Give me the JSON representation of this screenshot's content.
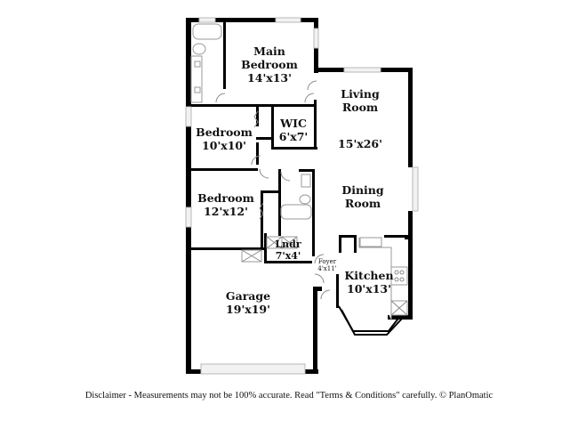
{
  "floor_plan": {
    "rooms": [
      {
        "id": "main-bedroom",
        "name_lines": [
          "Main",
          "Bedroom"
        ],
        "dimensions": "14'x13'"
      },
      {
        "id": "living-room",
        "name_lines": [
          "Living",
          "Room"
        ],
        "dimensions": "15'x26'"
      },
      {
        "id": "wic",
        "name_lines": [
          "WIC"
        ],
        "dimensions": "6'x7'"
      },
      {
        "id": "bedroom-2",
        "name_lines": [
          "Bedroom"
        ],
        "dimensions": "10'x10'"
      },
      {
        "id": "bedroom-3",
        "name_lines": [
          "Bedroom"
        ],
        "dimensions": "12'x12'"
      },
      {
        "id": "dining-room",
        "name_lines": [
          "Dining",
          "Room"
        ],
        "dimensions": ""
      },
      {
        "id": "laundry",
        "name_lines": [
          "Lndr"
        ],
        "dimensions": "7'x4'"
      },
      {
        "id": "foyer",
        "name_lines": [
          "Foyer"
        ],
        "dimensions": "4'x11'"
      },
      {
        "id": "kitchen",
        "name_lines": [
          "Kitchen"
        ],
        "dimensions": "10'x13'"
      },
      {
        "id": "garage",
        "name_lines": [
          "Garage"
        ],
        "dimensions": "19'x19'"
      }
    ]
  },
  "footer": {
    "disclaimer": "Disclaimer - Measurements may not be 100% accurate. Read \"Terms & Conditions\" carefully. © PlanOmatic"
  }
}
